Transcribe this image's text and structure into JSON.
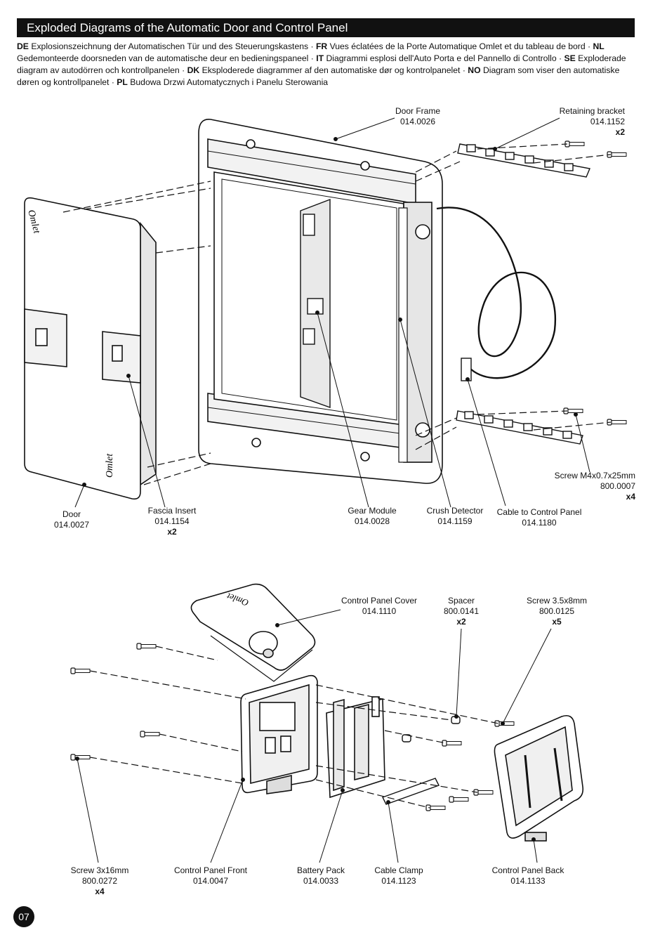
{
  "header": {
    "title": "Exploded Diagrams of the Automatic Door and Control Panel"
  },
  "translations": [
    {
      "code": "DE",
      "text": "Explosionszeichnung der Automatischen Tür und des Steuerungskastens"
    },
    {
      "code": "FR",
      "text": "Vues éclatées de la Porte Automatique Omlet et du tableau de bord"
    },
    {
      "code": "NL",
      "text": "Gedemonteerde doorsneden van de automatische deur en bedieningspaneel"
    },
    {
      "code": "IT",
      "text": "Diagrammi esplosi dell'Auto Porta e del Pannello di Controllo"
    },
    {
      "code": "SE",
      "text": "Exploderade diagram av autodörren och kontrollpanelen"
    },
    {
      "code": "DK",
      "text": "Eksploderede diagrammer af den automatiske dør og kontrolpanelet"
    },
    {
      "code": "NO",
      "text": "Diagram som viser den automatiske døren og kontrollpanelet"
    },
    {
      "code": "PL",
      "text": "Budowa Drzwi Automatycznych i Panelu Sterowania"
    }
  ],
  "door_parts": {
    "door_frame": {
      "name": "Door Frame",
      "code": "014.0026",
      "qty": ""
    },
    "retaining_bracket": {
      "name": "Retaining bracket",
      "code": "014.1152",
      "qty": "x2"
    },
    "screw_m4": {
      "name": "Screw M4x0.7x25mm",
      "code": "800.0007",
      "qty": "x4"
    },
    "door": {
      "name": "Door",
      "code": "014.0027",
      "qty": ""
    },
    "fascia_insert": {
      "name": "Fascia Insert",
      "code": "014.1154",
      "qty": "x2"
    },
    "gear_module": {
      "name": "Gear Module",
      "code": "014.0028",
      "qty": ""
    },
    "crush_detector": {
      "name": "Crush Detector",
      "code": "014.1159",
      "qty": ""
    },
    "cable_to_panel": {
      "name": "Cable to Control Panel",
      "code": "014.1180",
      "qty": ""
    }
  },
  "panel_parts": {
    "panel_cover": {
      "name": "Control Panel Cover",
      "code": "014.1110",
      "qty": ""
    },
    "spacer": {
      "name": "Spacer",
      "code": "800.0141",
      "qty": "x2"
    },
    "screw_35": {
      "name": "Screw 3.5x8mm",
      "code": "800.0125",
      "qty": "x5"
    },
    "screw_3x16": {
      "name": "Screw 3x16mm",
      "code": "800.0272",
      "qty": "x4"
    },
    "panel_front": {
      "name": "Control Panel Front",
      "code": "014.0047",
      "qty": ""
    },
    "battery_pack": {
      "name": "Battery Pack",
      "code": "014.0033",
      "qty": ""
    },
    "cable_clamp": {
      "name": "Cable Clamp",
      "code": "014.1123",
      "qty": ""
    },
    "panel_back": {
      "name": "Control Panel Back",
      "code": "014.1133",
      "qty": ""
    }
  },
  "logo_text": "Omlet",
  "page": {
    "number": "07"
  }
}
